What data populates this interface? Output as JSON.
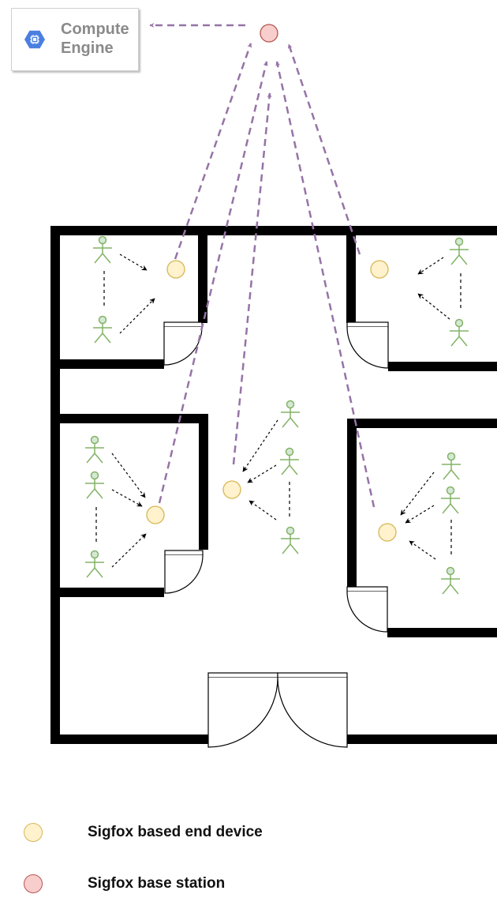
{
  "compute_engine": {
    "label": "Compute\nEngine",
    "icon": "compute-engine-icon",
    "color": "#4a7fe0"
  },
  "legend": [
    {
      "label": "Sigfox based end device",
      "fill": "#fff2cc",
      "stroke": "#d6b656"
    },
    {
      "label": "Sigfox base station",
      "fill": "#f8cecc",
      "stroke": "#b85450"
    }
  ],
  "colors": {
    "wall": "#000000",
    "uplink_arrow": "#9673a6",
    "local_arrow": "#000000",
    "person": "#82b366",
    "person_fill": "#d5e8d4",
    "end_device_fill": "#fff2cc",
    "end_device_stroke": "#d6b656",
    "base_station_fill": "#f8cecc",
    "base_station_stroke": "#b85450"
  }
}
